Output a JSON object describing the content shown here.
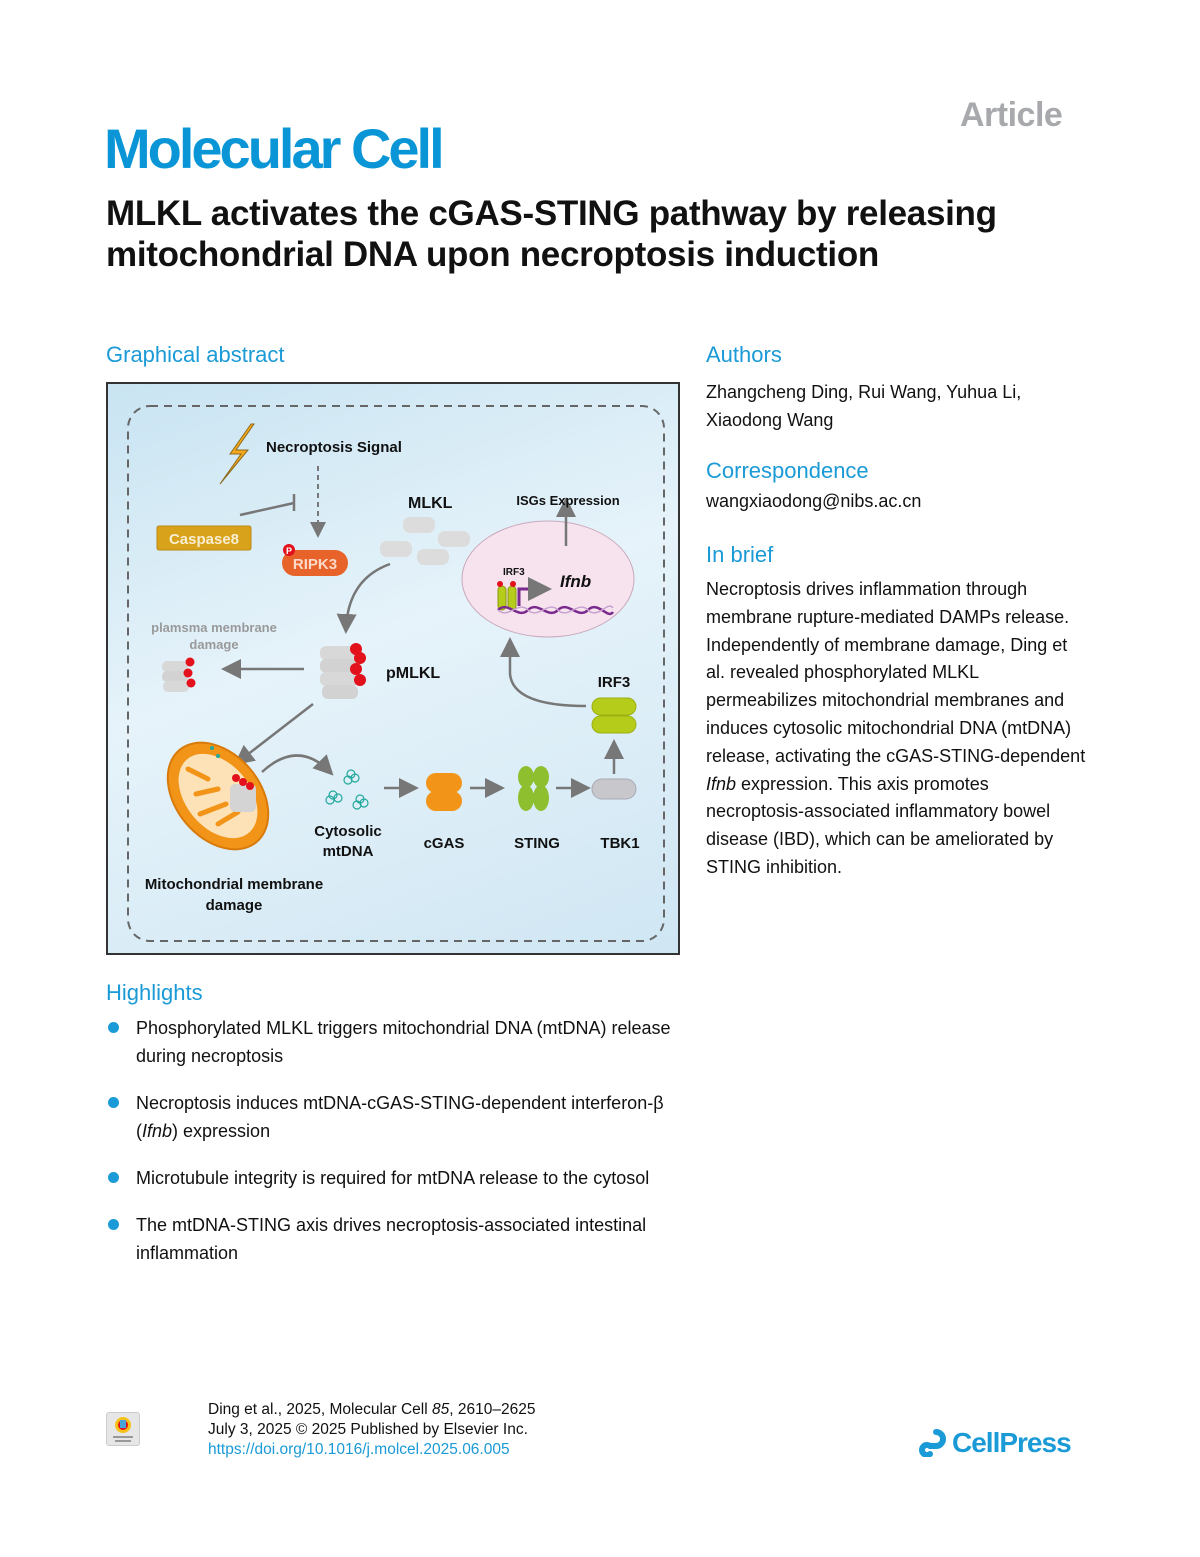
{
  "header": {
    "article_label": "Article",
    "journal": "Molecular Cell",
    "title": "MLKL activates the cGAS-STING pathway by releasing mitochondrial DNA upon necroptosis induction"
  },
  "graphical_abstract": {
    "heading": "Graphical abstract",
    "labels": {
      "necroptosis_signal": "Necroptosis Signal",
      "caspase8": "Caspase8",
      "ripk3": "RIPK3",
      "phospho": "P",
      "mlkl": "MLKL",
      "isgs": "ISGs Expression",
      "irf3_nucleus": "IRF3",
      "ifnb": "Ifnb",
      "plasma_damage_1": "plamsma membrane",
      "plasma_damage_2": "damage",
      "pmlkl": "pMLKL",
      "irf3": "IRF3",
      "cytosolic_1": "Cytosolic",
      "cytosolic_2": "mtDNA",
      "cgas": "cGAS",
      "sting": "STING",
      "tbk1": "TBK1",
      "mito_damage_1": "Mitochondrial membrane",
      "mito_damage_2": "damage"
    },
    "colors": {
      "caspase8": "#d9a21b",
      "ripk3": "#e8632a",
      "phospho": "#e3111b",
      "cgas": "#f29418",
      "sting": "#8dbf2e",
      "irf3": "#b6cc1b",
      "tbk1": "#c8c8cc",
      "dna": "#7a2a8c",
      "nucleus": "#f6e3ee",
      "mito": "#f29418",
      "mtdna": "#22a89c"
    }
  },
  "authors": {
    "heading": "Authors",
    "names": "Zhangcheng Ding, Rui Wang, Yuhua Li, Xiaodong Wang"
  },
  "correspondence": {
    "heading": "Correspondence",
    "email": "wangxiaodong@nibs.ac.cn"
  },
  "in_brief": {
    "heading": "In brief",
    "text_before": "Necroptosis drives inflammation through membrane rupture-mediated DAMPs release. Independently of membrane damage, Ding et al. revealed phosphorylated MLKL permeabilizes mitochondrial membranes and induces cytosolic mitochondrial DNA (mtDNA) release, activating the cGAS-STING-dependent ",
    "text_italic": "Ifnb",
    "text_after": " expression. This axis promotes necroptosis-associated inflammatory bowel disease (IBD), which can be ameliorated by STING inhibition."
  },
  "highlights": {
    "heading": "Highlights",
    "items": [
      {
        "before": "Phosphorylated MLKL triggers mitochondrial DNA (mtDNA) release during necroptosis",
        "italic": "",
        "after": ""
      },
      {
        "before": "Necroptosis induces mtDNA-cGAS-STING-dependent interferon-β (",
        "italic": "Ifnb",
        "after": ") expression"
      },
      {
        "before": "Microtubule integrity is required for mtDNA release to the cytosol",
        "italic": "",
        "after": ""
      },
      {
        "before": "The mtDNA-STING axis drives necroptosis-associated intestinal inflammation",
        "italic": "",
        "after": ""
      }
    ]
  },
  "footer": {
    "citation_line1_a": "Ding et al., 2025, Molecular Cell ",
    "citation_volume": "85",
    "citation_line1_b": ", 2610–2625",
    "citation_line2": "July 3, 2025 © 2025 Published by Elsevier Inc.",
    "doi": "https://doi.org/10.1016/j.molcel.2025.06.005",
    "check_updates_icon": "check-for-updates-badge",
    "publisher": "CellPress"
  }
}
